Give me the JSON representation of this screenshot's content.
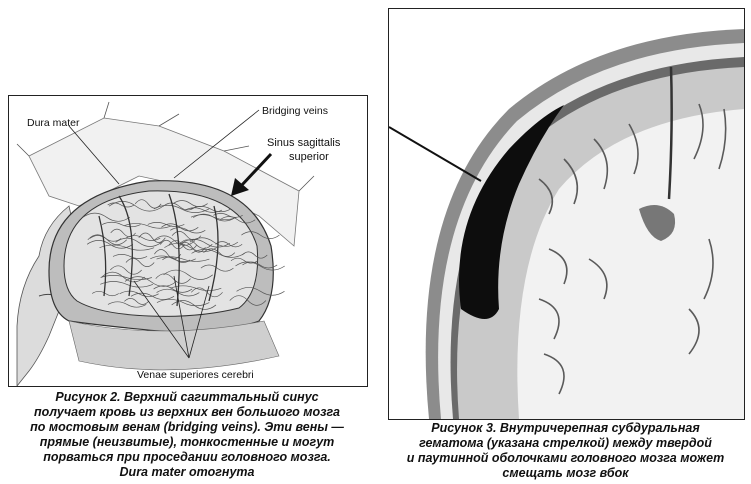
{
  "figure2": {
    "labels": {
      "dura_mater": "Dura mater",
      "bridging_veins": "Bridging veins",
      "sinus_line1": "Sinus sagittalis",
      "sinus_line2": "superior",
      "venae": "Venae superiores cerebri"
    },
    "caption_lines": [
      "Рисунок 2. Верхний сагиттальный синус",
      "получает кровь из верхних вен большого мозга",
      "по мостовым венам (bridging veins). Эти вены —",
      "прямые (неизвитые), тонкостенные и могут",
      "порваться при проседании головного мозга.",
      "Dura mater отогнута"
    ]
  },
  "figure3": {
    "caption_lines": [
      "Рисунок 3. Внутричерепная субдуральная",
      "гематома (указана стрелкой) между твердой",
      "и паутинной оболочками головного мозга может",
      "смещать мозг вбок"
    ]
  },
  "colors": {
    "ink": "#111111",
    "hematoma": "#0d0d0d",
    "brain_gray": "#c9c9c9",
    "white_matter": "#f2f2f2"
  }
}
